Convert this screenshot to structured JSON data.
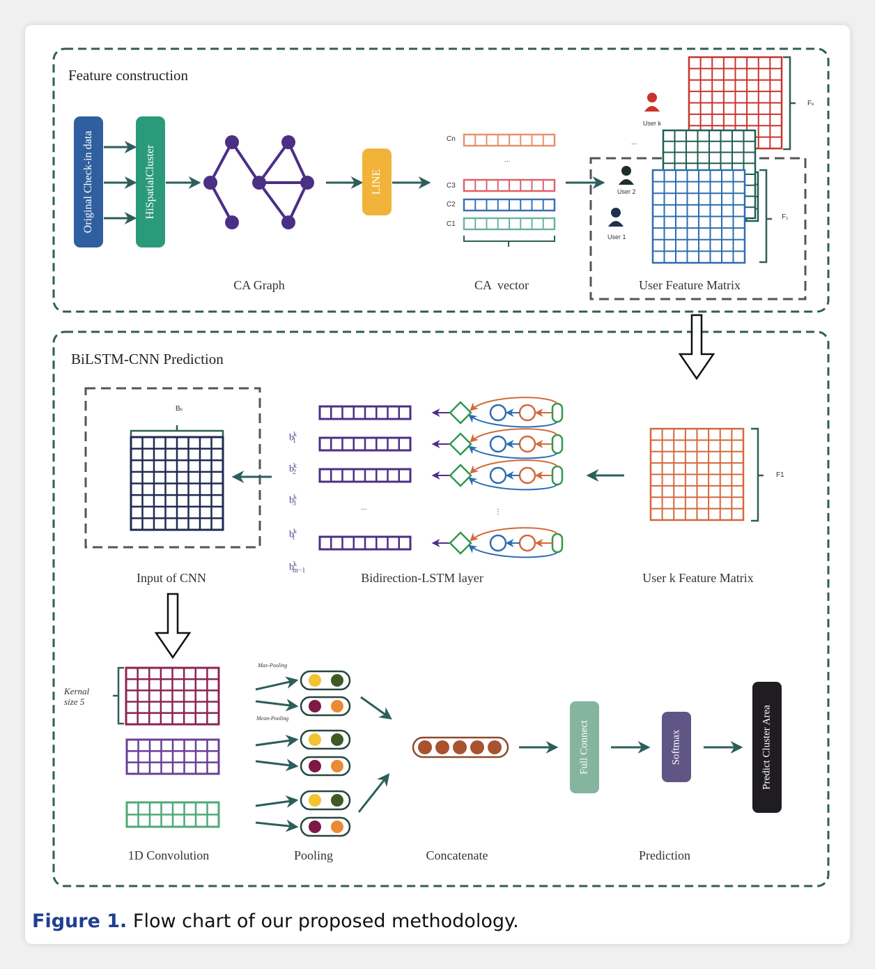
{
  "sections": {
    "feature_construction": "Feature construction",
    "bilstm_cnn": "BiLSTM-CNN Prediction"
  },
  "labels": {
    "ca_graph": "CA Graph",
    "ca_vector": "CA  vector",
    "user_feature_matrix": "User Feature Matrix",
    "input_cnn": "Input of CNN",
    "bidirection_lstm": "Bidirection-LSTM layer",
    "user_k_matrix": "User k Feature Matrix",
    "conv1d": "1D Convolution",
    "pooling": "Pooling",
    "concatenate": "Concatenate",
    "prediction": "Prediction"
  },
  "boxes": {
    "original_checkin": "Original Check-in data",
    "hispatial": "HiSpatialCluster",
    "line": "LINE",
    "full_connect": "Full Connect",
    "softmax": "Softmax",
    "predict_area": "Predict Cluster Area"
  },
  "ca_vectors": {
    "cn": "Cn",
    "dots": "...",
    "c3": "C3",
    "c2": "C2",
    "c1": "C1"
  },
  "users": {
    "user_k": "User k",
    "user_2": "User 2",
    "user_1": "User 1",
    "dots": "...",
    "fk": "Fₖ",
    "f1": "F₁"
  },
  "lstm": {
    "bk": "Bₖ",
    "rows": [
      {
        "b": "b",
        "sub": "1",
        "sup": "k"
      },
      {
        "b": "b",
        "sub": "2",
        "sup": "k"
      },
      {
        "b": "b",
        "sub": "3",
        "sup": "k"
      },
      {
        "b": "b",
        "sub": "t",
        "sup": "k"
      },
      {
        "b": "b",
        "sub": "m−1",
        "sup": "k"
      }
    ],
    "dots": "...",
    "vdots": "⋮",
    "f1_label": "F1"
  },
  "pooling": {
    "max": "Max-Pooling",
    "mean": "Mean-Pooling"
  },
  "kernel": "Kernal size 5",
  "caption": {
    "number": "Figure 1.",
    "text": " Flow chart of our proposed methodology."
  },
  "colors": {
    "dashed_frame": "#2f5e55",
    "arrow": "#2c5e5a",
    "original_checkin": "#2f5f9e",
    "hispatial": "#2a9a7a",
    "line": "#f2b33a",
    "graph": "#4b2f86",
    "full_connect": "#86b59f",
    "softmax": "#5f5686",
    "predict_area": "#1f1c22"
  }
}
